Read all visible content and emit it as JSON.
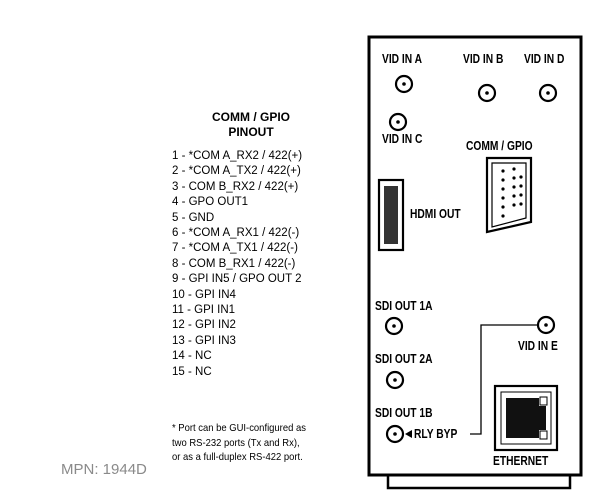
{
  "pinout": {
    "title_line1": "COMM / GPIO",
    "title_line2": "PINOUT",
    "pins": [
      "1 - *COM A_RX2 / 422(+)",
      "2 - *COM A_TX2 / 422(+)",
      "3 - COM B_RX2 / 422(+)",
      "4 - GPO OUT1",
      "5 - GND",
      "6 - *COM A_RX1 / 422(-)",
      "7 - *COM A_TX1 / 422(-)",
      "8 - COM B_RX1 / 422(-)",
      "9 - GPI IN5 / GPO OUT 2",
      "10 - GPI IN4",
      "11 - GPI IN1",
      "12 - GPI IN2",
      "13 - GPI IN3",
      "14 - NC",
      "15 - NC"
    ],
    "footnote": [
      "* Port can be GUI-configured as",
      "two RS-232 ports (Tx and Rx),",
      "or as a full-duplex RS-422 port."
    ]
  },
  "mpn": "MPN: 1944D",
  "panel": {
    "vid_in_a": "VID IN A",
    "vid_in_b": "VID IN B",
    "vid_in_d": "VID IN D",
    "vid_in_c": "VID IN C",
    "comm_gpio": "COMM / GPIO",
    "hdmi_out": "HDMI OUT",
    "sdi_out_1a": "SDI OUT 1A",
    "vid_in_e": "VID IN E",
    "sdi_out_2a": "SDI OUT 2A",
    "sdi_out_1b": "SDI OUT 1B",
    "rly_byp": "RLY BYP",
    "ethernet": "ETHERNET"
  }
}
